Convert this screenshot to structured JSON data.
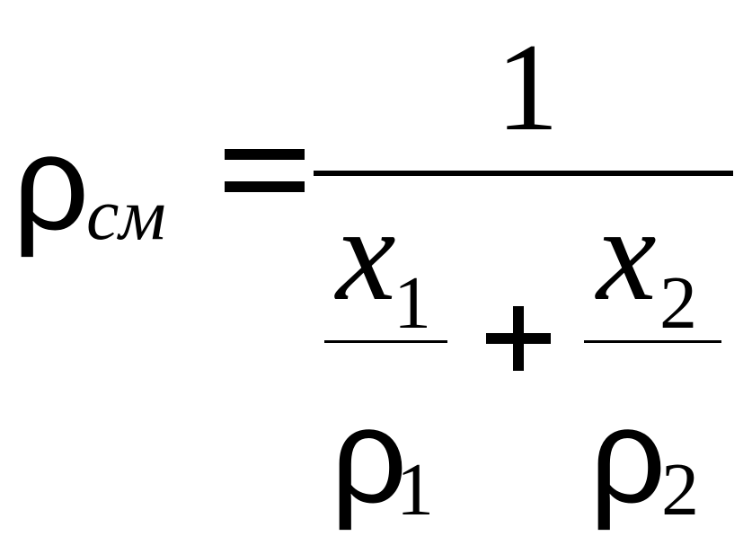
{
  "formula": {
    "lhs": {
      "symbol": "ρ",
      "subscript": "см"
    },
    "equals": "=",
    "numerator": "1",
    "term1": {
      "numerator_var": "x",
      "numerator_sub": "1",
      "denominator_var": "ρ",
      "denominator_sub": "1"
    },
    "plus": "+",
    "term2": {
      "numerator_var": "x",
      "numerator_sub": "2",
      "denominator_var": "ρ",
      "denominator_sub": "2"
    }
  }
}
